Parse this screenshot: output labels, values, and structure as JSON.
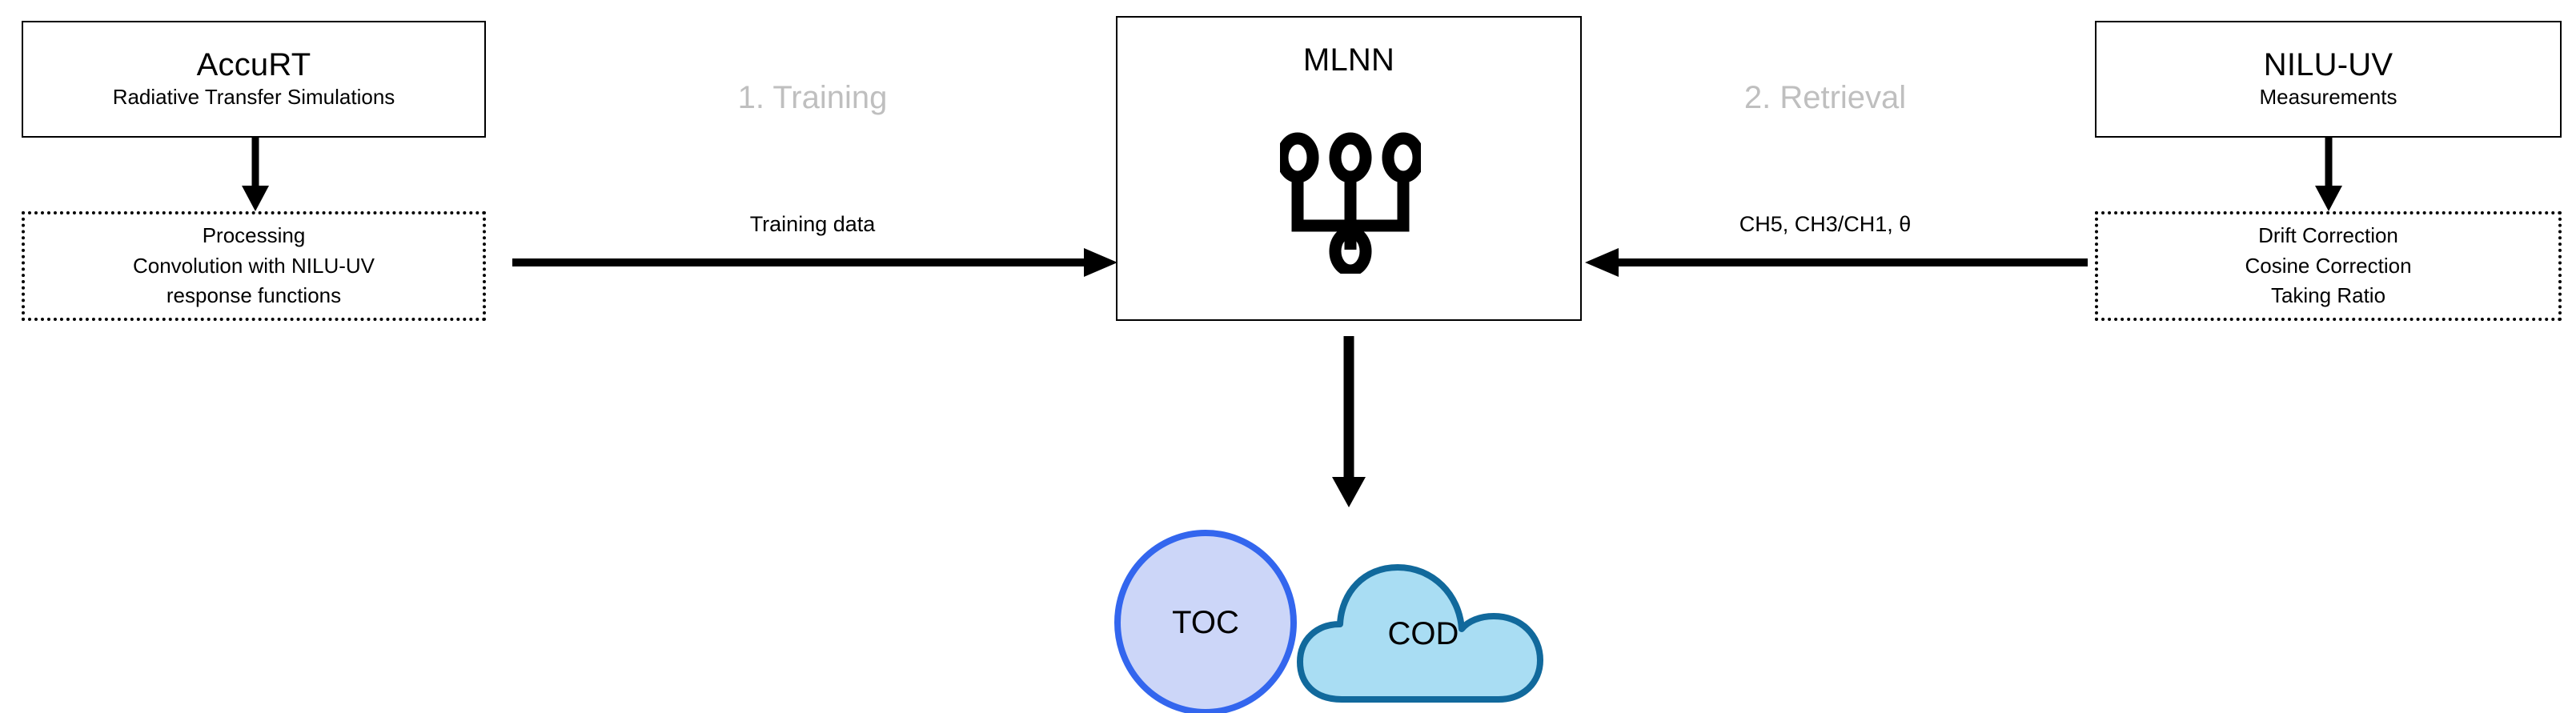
{
  "diagram": {
    "title": "MLNN training and retrieval workflow",
    "colors": {
      "stroke": "#000000",
      "phase_label": "#bfbfbf",
      "toc_fill": "#ccd6f8",
      "toc_stroke": "#3366ee",
      "cod_fill": "#a9ddf3",
      "cod_stroke": "#11699c",
      "background": "#ffffff"
    }
  },
  "nodes": {
    "accurt": {
      "title": "AccuRT",
      "subtitle": "Radiative Transfer Simulations"
    },
    "processing": {
      "lines": [
        "Processing",
        "Convolution with NILU-UV",
        "response functions"
      ]
    },
    "mlnn": {
      "title": "MLNN",
      "icon": "neural-network-icon"
    },
    "nilu_uv": {
      "title": "NILU-UV",
      "subtitle": "Measurements"
    },
    "corrections": {
      "lines": [
        "Drift Correction",
        "Cosine Correction",
        "Taking Ratio"
      ]
    },
    "toc": {
      "label": "TOC",
      "shape": "ellipse"
    },
    "cod": {
      "label": "COD",
      "shape": "cloud"
    }
  },
  "phases": {
    "training": "1. Training",
    "retrieval": "2. Retrieval"
  },
  "edges": {
    "training_data": "Training data",
    "channels": "CH5, CH3/CH1, θ"
  }
}
